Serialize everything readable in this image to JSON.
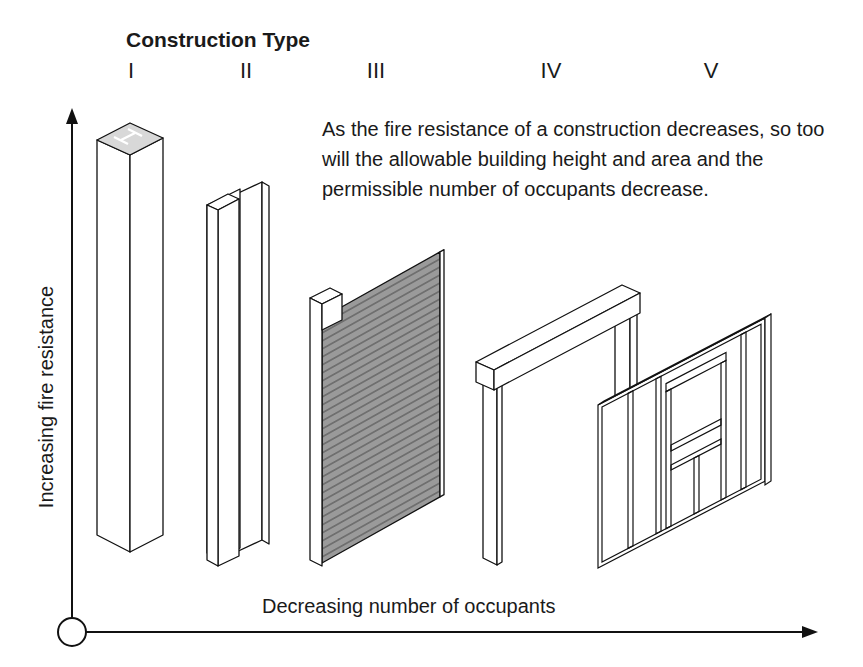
{
  "diagram": {
    "title": "Construction Type",
    "labels": [
      "I",
      "II",
      "III",
      "IV",
      "V",
      "As the fire resistance of a construction decreases, so too will the allowable building height and area and the permissible number of occupants decrease.",
      "Increasing fire resistance",
      "Decreasing number of occupants"
    ]
  }
}
